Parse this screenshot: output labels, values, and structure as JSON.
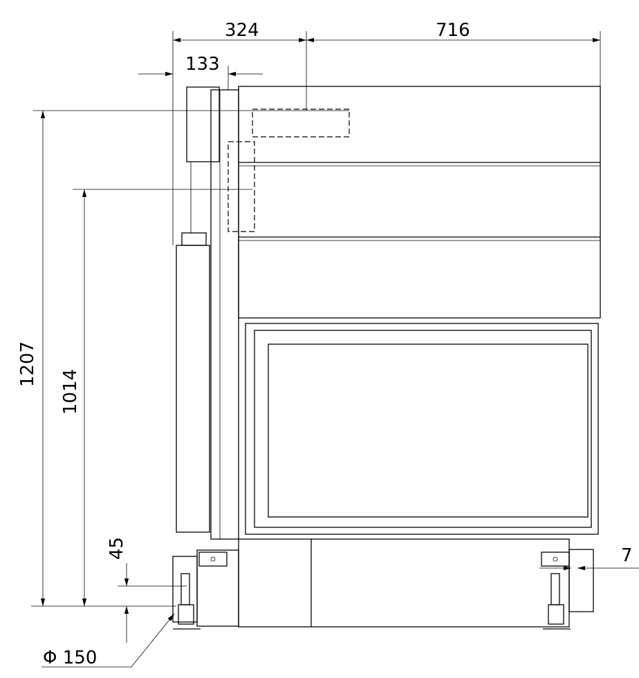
{
  "dimensions": {
    "top_left_width": "324",
    "top_right_width": "716",
    "offset_width": "133",
    "total_height": "1207",
    "inner_height": "1014",
    "foot_height": "45",
    "side_gap": "7",
    "flue_diameter": "Φ 150"
  }
}
